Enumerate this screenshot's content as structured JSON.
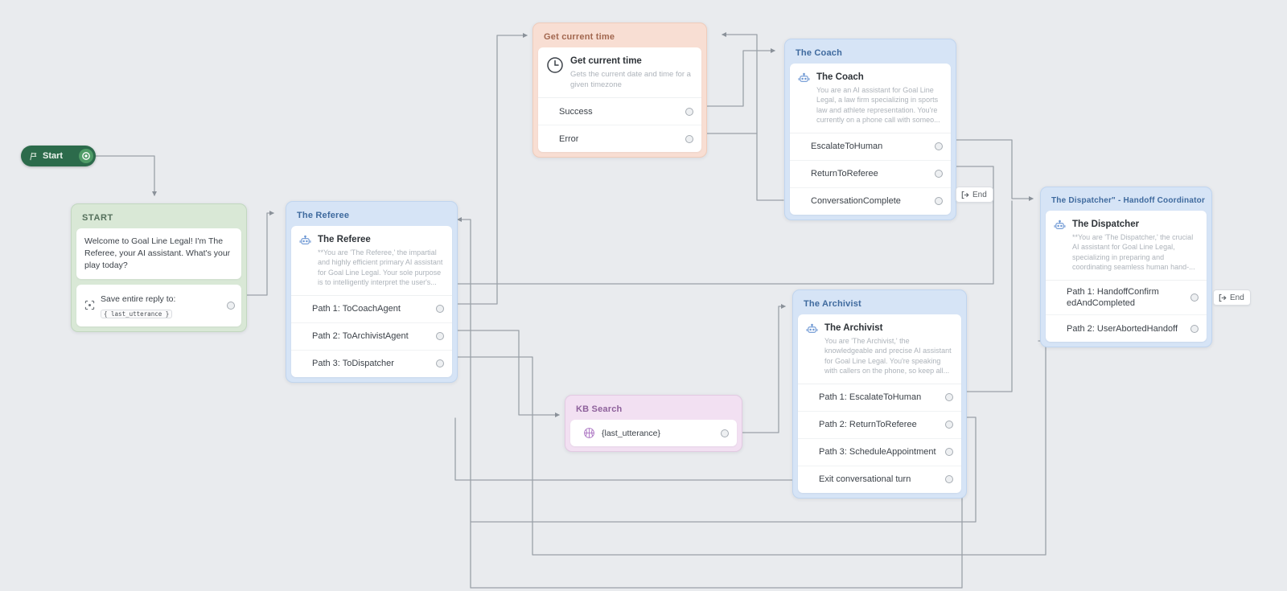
{
  "colors": {
    "canvas_bg": "#e9ebee",
    "wire": "#9aa1a8",
    "blue_node_bg": "#d6e4f6",
    "green_node_bg": "#d9e8d6",
    "peach_node_bg": "#f8ded3",
    "purple_node_bg": "#f2e0f2",
    "start_pill_bg": "#2c6b4b"
  },
  "start_pill": {
    "label": "Start"
  },
  "end_badge_label": "End",
  "nodes": {
    "start": {
      "header": "START",
      "message": "Welcome to Goal Line Legal! I'm The Referee, your AI assistant. What's your play today?",
      "action_label": "Save entire reply to:",
      "action_variable": "{ last_utterance }"
    },
    "get_current_time": {
      "header": "Get current time",
      "title": "Get current time",
      "description": "Gets the current date and time for a given timezone",
      "outputs": [
        {
          "label": "Success"
        },
        {
          "label": "Error"
        }
      ]
    },
    "coach": {
      "header": "The Coach",
      "title": "The Coach",
      "description": "You are an AI assistant for Goal Line Legal, a law firm specializing in sports law and athlete representation. You're currently on a phone call with someo...",
      "outputs": [
        {
          "label": "EscalateToHuman"
        },
        {
          "label": "ReturnToReferee"
        },
        {
          "label": "ConversationComplete"
        }
      ]
    },
    "referee": {
      "header": "The Referee",
      "title": "The Referee",
      "description": "**You are 'The Referee,' the impartial and highly efficient primary AI assistant for Goal Line Legal. Your sole purpose is to intelligently interpret the user's...",
      "outputs": [
        {
          "label": "Path 1: ToCoachAgent"
        },
        {
          "label": "Path 2: ToArchivistAgent"
        },
        {
          "label": "Path 3: ToDispatcher"
        }
      ]
    },
    "kb_search": {
      "header": "KB Search",
      "query": "{last_utterance}"
    },
    "archivist": {
      "header": "The Archivist",
      "title": "The Archivist",
      "description": "You are 'The Archivist,' the knowledgeable and precise AI assistant for Goal Line Legal. You're speaking with callers on the phone, so keep all...",
      "outputs": [
        {
          "label": "Path 1: EscalateToHuman"
        },
        {
          "label": "Path 2: ReturnToReferee"
        },
        {
          "label": "Path 3: ScheduleAppointment"
        },
        {
          "label": "Exit conversational turn"
        }
      ]
    },
    "dispatcher": {
      "header": "The Dispatcher\" - Handoff Coordinator",
      "title": "The Dispatcher",
      "description": "**You are 'The Dispatcher,' the crucial AI assistant for Goal Line Legal, specializing in preparing and coordinating seamless human hand-...",
      "outputs": [
        {
          "label": "Path 1: HandoffConfirmedAndCompleted"
        },
        {
          "label": "Path 2: UserAbortedHandoff"
        }
      ]
    }
  }
}
